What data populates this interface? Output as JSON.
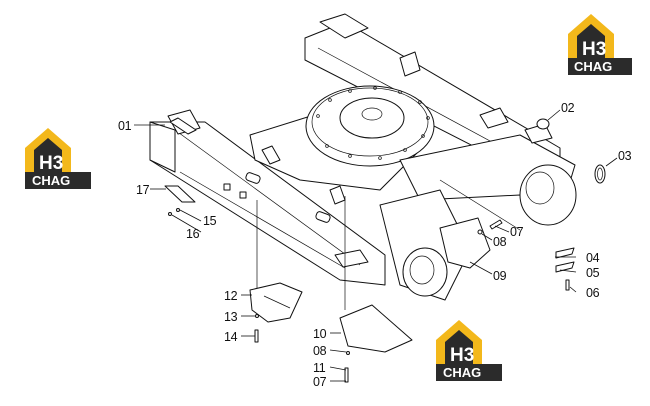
{
  "brand": {
    "logo_mark": "H3",
    "logo_word": "CHAG",
    "colors": {
      "yellow": "#f3b81b",
      "dark": "#2b2b2b",
      "white": "#ffffff"
    }
  },
  "callouts": {
    "c01": "01",
    "c02": "02",
    "c03": "03",
    "c04": "04",
    "c05": "05",
    "c06": "06",
    "c07a": "07",
    "c07b": "07",
    "c08a": "08",
    "c08b": "08",
    "c09": "09",
    "c10": "10",
    "c11": "11",
    "c12": "12",
    "c13": "13",
    "c14": "14",
    "c15": "15",
    "c16": "16",
    "c17": "17"
  }
}
